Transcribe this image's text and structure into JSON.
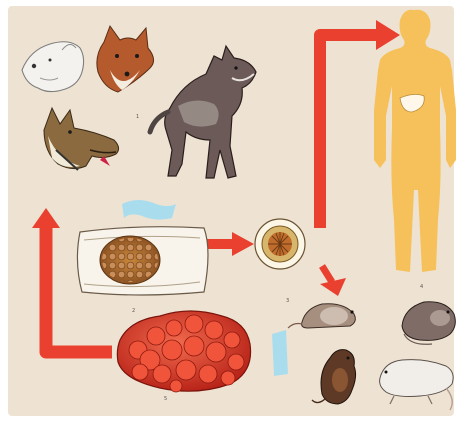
{
  "figure": {
    "stage_labels": [
      "1",
      "2",
      "3",
      "4",
      "5"
    ],
    "colors": {
      "background": "#eee3d3",
      "arrow": "#e9402f",
      "human_silhouette": "#f6c15a",
      "liver": "#fff7ea",
      "cyst_mass": "#d8301f",
      "water_symbol": "#a9ddee"
    },
    "icons": {
      "hosts": [
        "dog-icon",
        "fox-icon",
        "wolf-icon",
        "dog-icon"
      ],
      "human": "human-silhouette-icon",
      "liver": "liver-icon",
      "egg": "egg-icon",
      "rodents": [
        "rodent-icon",
        "rodent-icon",
        "rodent-icon",
        "rodent-icon"
      ]
    }
  }
}
